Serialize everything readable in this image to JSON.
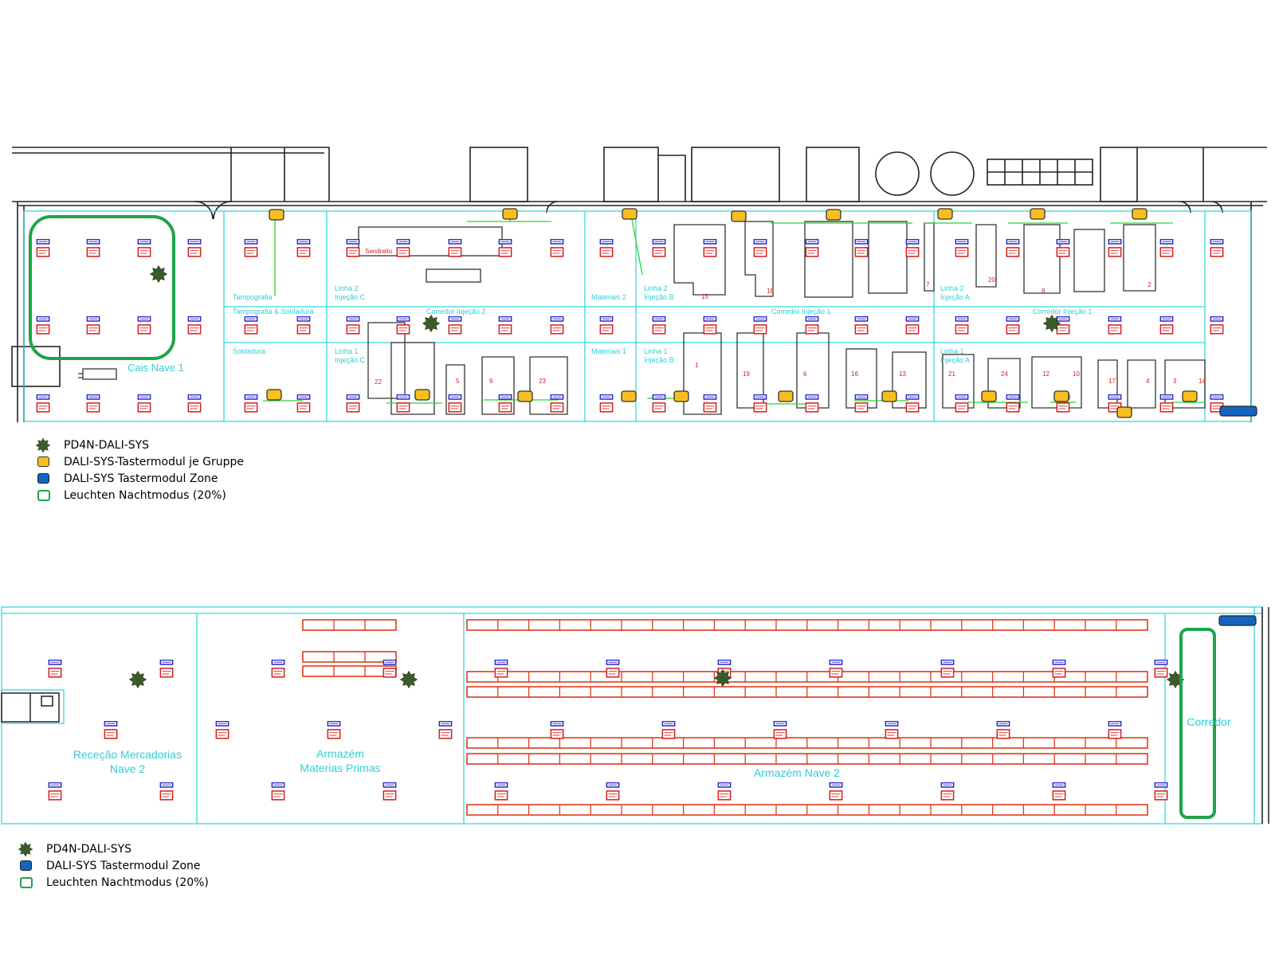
{
  "colors": {
    "wall": "#222222",
    "zone_line": "#35d7dc",
    "zone_label": "#2ecfd6",
    "night_mode": "#1ea44a",
    "pushbutton_group": "#f7be1e",
    "pushbutton_zone": "#1565c0",
    "sensor": "#3d5a2a",
    "wiring": "#2fd42f",
    "luminaire_top": "#2a2ad0",
    "luminaire_body": "#d42020",
    "rack": "#e03a1a"
  },
  "plan1": {
    "zones": [
      "Cais Nave 1",
      "Tampografia",
      "Tampografia & Soldadura",
      "Soldadura",
      "Linha 2",
      "Injeção C",
      "Linha 1",
      "Injeção C",
      "Corredor Injeção 2",
      "Materiais 2",
      "Materiais 1",
      "Linha 2",
      "Injeção B",
      "Linha 1",
      "Injeção B",
      "Corredor Injeção 1",
      "Linha 2",
      "Injeção A",
      "Linha 1",
      "Injeção A",
      "Corredor Injeção 1"
    ],
    "machine_numbers": [
      "15",
      "18",
      "7",
      "20",
      "8",
      "2",
      "22",
      "5",
      "9",
      "23",
      "1",
      "19",
      "6",
      "16",
      "13",
      "21",
      "24",
      "12",
      "10",
      "17",
      "4",
      "3",
      "14"
    ],
    "misc_label": "Sendreito"
  },
  "plan2": {
    "zones": [
      "Receção Mercadorias",
      "Nave 2",
      "Armazém",
      "Materias Primas",
      "Armazém Nave 2",
      "Corredor"
    ]
  },
  "legend1": {
    "items": [
      {
        "icon": "sensor-icon",
        "label": "PD4N-DALI-SYS"
      },
      {
        "icon": "pushbutton-group-icon",
        "label": "DALI-SYS-Tastermodul je Gruppe"
      },
      {
        "icon": "pushbutton-zone-icon",
        "label": "DALI-SYS Tastermodul Zone"
      },
      {
        "icon": "night-mode-icon",
        "label": "Leuchten Nachtmodus (20%)"
      }
    ]
  },
  "legend2": {
    "items": [
      {
        "icon": "sensor-icon",
        "label": "PD4N-DALI-SYS"
      },
      {
        "icon": "pushbutton-zone-icon",
        "label": "DALI-SYS Tastermodul Zone"
      },
      {
        "icon": "night-mode-icon",
        "label": "Leuchten Nachtmodus (20%)"
      }
    ]
  }
}
